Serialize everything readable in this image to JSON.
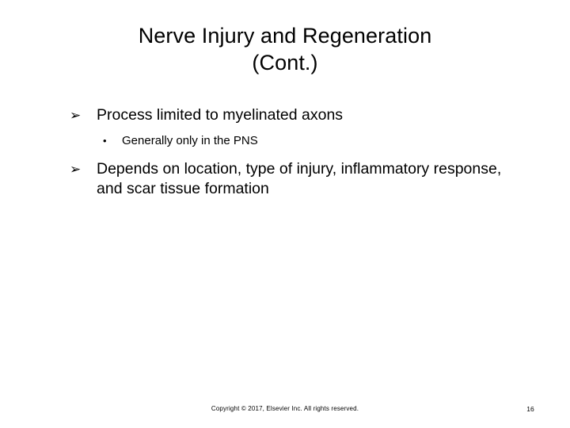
{
  "slide": {
    "background_color": "#ffffff",
    "text_color": "#000000",
    "title": {
      "line1": "Nerve Injury and Regeneration",
      "line2": "(Cont.)"
    },
    "bullets": [
      {
        "level": 1,
        "marker": "➢",
        "marker_name": "arrowhead-bullet",
        "text": "Process limited to myelinated axons"
      },
      {
        "level": 2,
        "marker": "•",
        "marker_name": "round-bullet",
        "text": "Generally only in the PNS"
      },
      {
        "level": 1,
        "marker": "➢",
        "marker_name": "arrowhead-bullet",
        "text": "Depends on location, type of injury, inflammatory response, and scar tissue formation"
      }
    ],
    "footer": {
      "copyright": "Copyright © 2017, Elsevier Inc. All rights reserved.",
      "page_number": "16"
    }
  }
}
